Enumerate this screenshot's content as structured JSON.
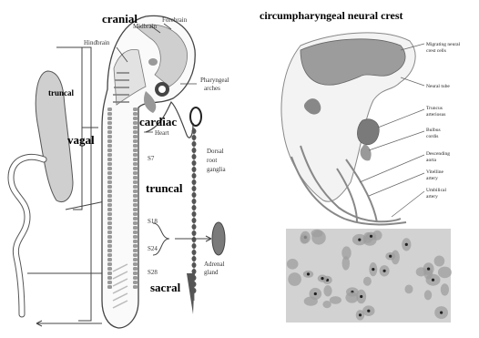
{
  "left_figure": {
    "regions": {
      "cranial": "cranial",
      "cardiac": "cardiac",
      "vagal": "vagal",
      "truncal_gut": "truncal",
      "truncal_cord": "truncal",
      "sacral": "sacral"
    },
    "structures": {
      "forebrain": "Forebrain",
      "midbrain": "Midbrain",
      "hindbrain": "Hindbrain",
      "pharyngeal_arches": "Pharyngeal arches",
      "heart": "Heart",
      "s7": "S7",
      "dorsal_root_ganglia": "Dorsal root ganglia",
      "s18": "S18",
      "s24": "S24",
      "s28": "S28",
      "adrenal_gland": "Adrenal gland"
    }
  },
  "right_figure": {
    "title": "circumpharyngeal neural crest",
    "labels": [
      "Migrating neural crest cells",
      "Neural tube",
      "Truncus arteriosus",
      "Bulbus cordis",
      "Descending aorta",
      "Vitelline artery",
      "Umbilical artery"
    ]
  },
  "colors": {
    "shading": "#c9c9c9",
    "dark": "#777777",
    "line": "#555555",
    "photo_bg": "#d4d4d4"
  }
}
